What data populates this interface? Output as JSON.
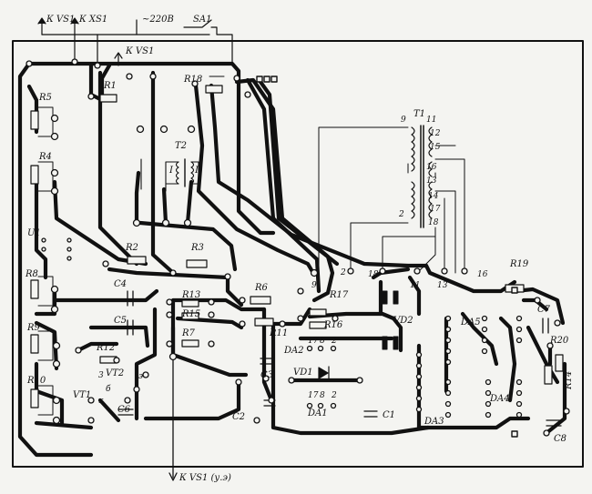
{
  "diagram": {
    "top_labels": {
      "k_vs1": "К VS1",
      "k_xs1": "К XS1",
      "v220": "~220В",
      "sa1": "SA1",
      "k_vs1_inner": "К VS1"
    },
    "bottom_label": "К VS1 (у.э)",
    "transformer": {
      "t1": "T1",
      "t2": "T2",
      "t2_windings": [
        "I",
        "II"
      ],
      "t1_pins": [
        "9",
        "11",
        "12",
        "15",
        "16",
        "13",
        "14",
        "17",
        "2",
        "18"
      ]
    },
    "components": {
      "resistors": [
        "R1",
        "R2",
        "R3",
        "R4",
        "R5",
        "R6",
        "R7",
        "R8",
        "R9",
        "R10",
        "R11",
        "R12",
        "R13",
        "R14",
        "R15",
        "R16",
        "R17",
        "R18",
        "R19",
        "R20"
      ],
      "capacitors": [
        "C1",
        "C2",
        "C3",
        "C4",
        "C5",
        "C6",
        "C7",
        "C8"
      ],
      "transistors": [
        "VT1",
        "VT2"
      ],
      "diodes": [
        "VD1",
        "VD2"
      ],
      "ics": [
        "DA1",
        "DA2",
        "DA3",
        "DA4",
        "DA5"
      ],
      "u1": "U1"
    },
    "pin_labels": {
      "da2": [
        "17",
        "8",
        "2"
      ],
      "da1": [
        "17",
        "8",
        "2"
      ],
      "vt2": [
        "3",
        "б",
        "к",
        "э"
      ],
      "board_pads": [
        "2",
        "18",
        "11",
        "13",
        "16",
        "9"
      ]
    }
  }
}
